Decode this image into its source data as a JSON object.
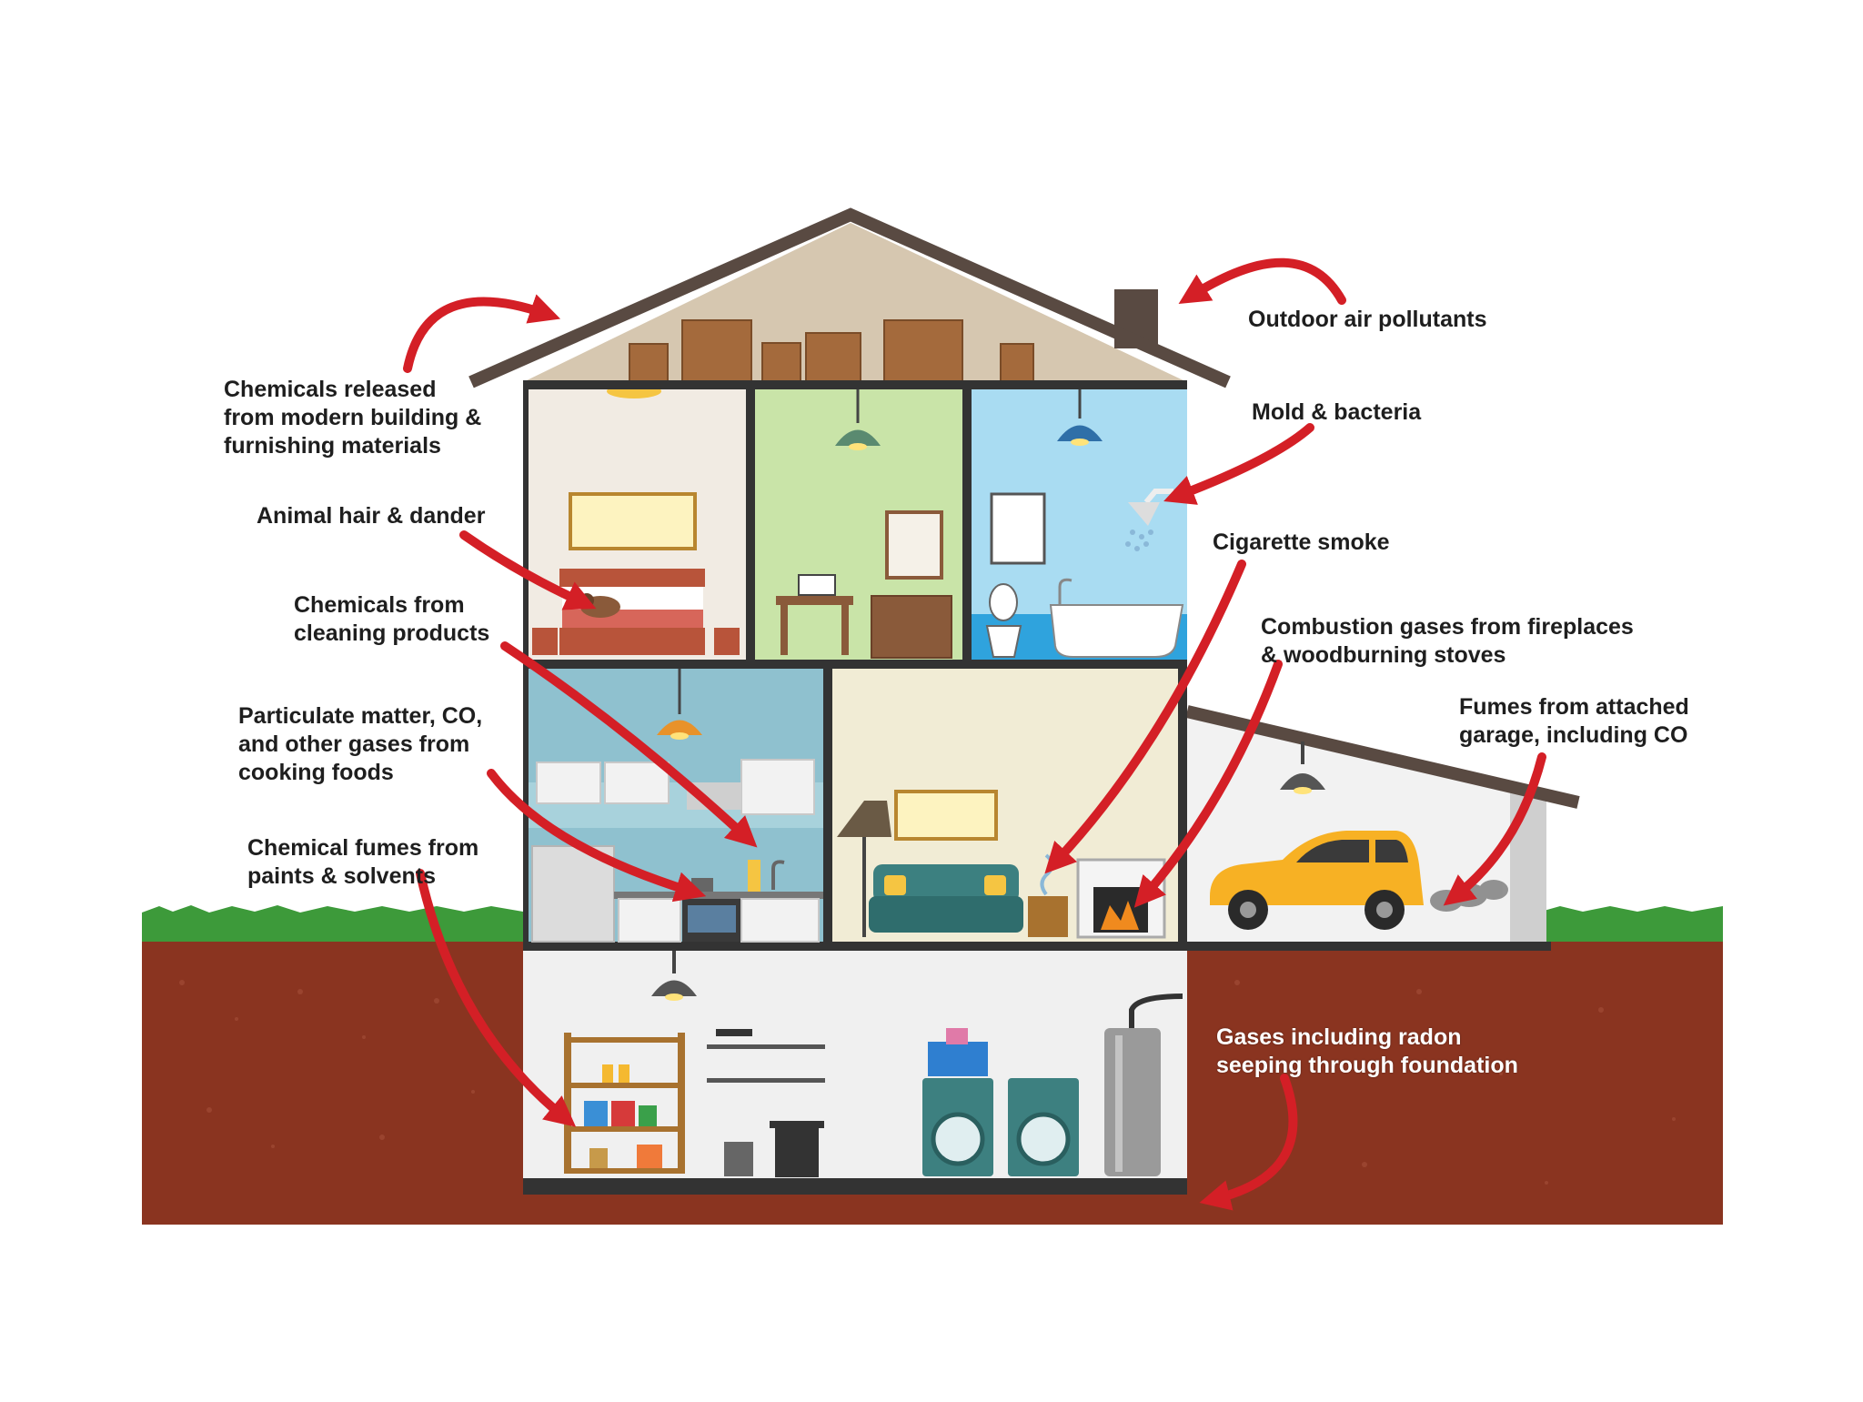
{
  "labels": {
    "chem_building": [
      "Chemicals released",
      "from modern building &",
      "furnishing materials"
    ],
    "animal": [
      "Animal hair & dander"
    ],
    "cleaning": [
      "Chemicals from",
      "cleaning products"
    ],
    "particulate": [
      "Particulate matter, CO,",
      "and other gases from",
      "cooking foods"
    ],
    "paints": [
      "Chemical fumes from",
      "paints & solvents"
    ],
    "outdoor": [
      "Outdoor air pollutants"
    ],
    "mold": [
      "Mold & bacteria"
    ],
    "cigarette": [
      "Cigarette smoke"
    ],
    "combustion": [
      "Combustion gases from fireplaces",
      "& woodburning stoves"
    ],
    "garage": [
      "Fumes from attached",
      "garage, including CO"
    ],
    "radon": [
      "Gases including radon",
      "seeping through foundation"
    ]
  },
  "colors": {
    "arrow": "#d41f26",
    "soil": "#8a3420",
    "grass": "#3d9a3a",
    "roof": "#594a42",
    "attic": "#d6c7b0",
    "bedroom": "#f1ebe3",
    "office": "#c9e4a8",
    "bathroom": "#a9dcf2",
    "kitchen": "#8fc1cf",
    "living": "#f1ecd5",
    "garage_wall": "#f2f2f2",
    "basement": "#f0f0f0",
    "car": "#f7b124"
  },
  "icons": [
    "light-icon",
    "bed-icon",
    "dog-icon",
    "shower-icon",
    "toilet-icon",
    "bathtub-icon",
    "sofa-icon",
    "fireplace-icon",
    "car-icon",
    "washer-icon",
    "water-heater-icon",
    "shelf-icon",
    "trash-can-icon"
  ]
}
